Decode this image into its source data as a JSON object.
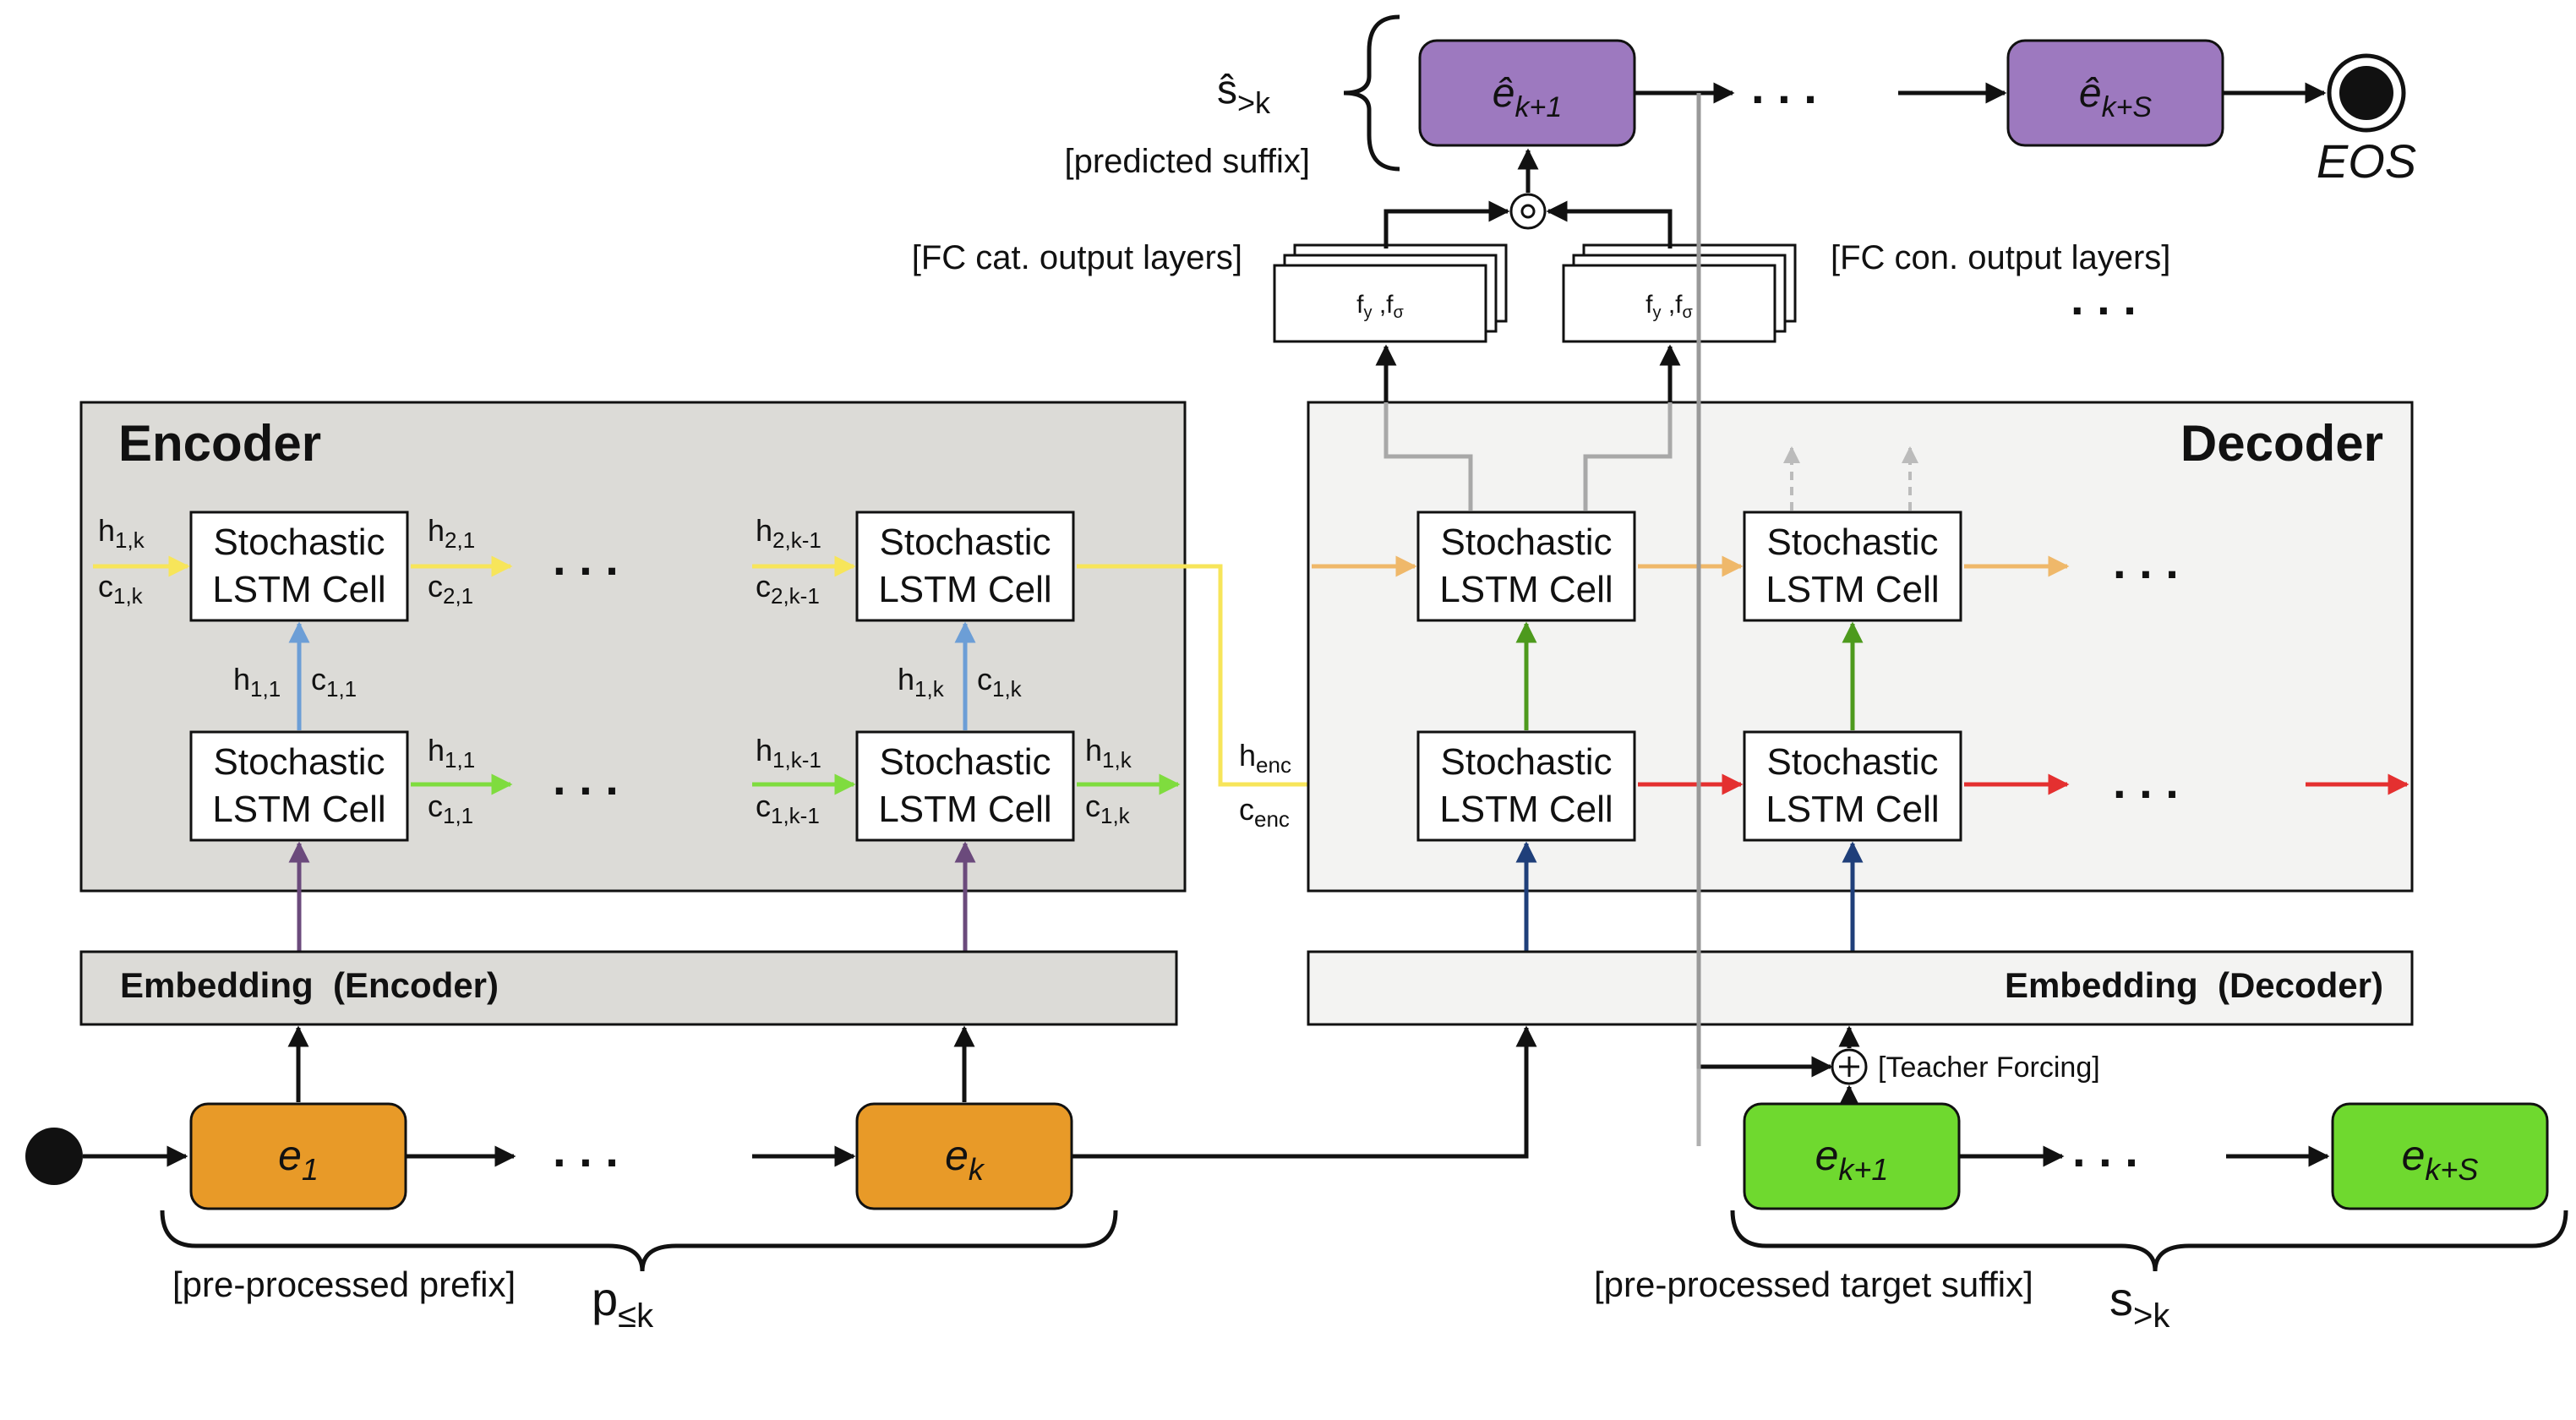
{
  "encoder": {
    "title": "Encoder",
    "embedding_label": "Embedding  (Encoder)",
    "cells": [
      "Stochastic",
      "LSTM Cell"
    ],
    "top_left_h": "h",
    "top_left_h_sub": "1,k",
    "top_left_c": "c",
    "top_left_c_sub": "1,k",
    "top_mid_h": "h",
    "top_mid_h_sub": "2,1",
    "top_mid_c": "c",
    "top_mid_c_sub": "2,1",
    "top_right_h": "h",
    "top_right_h_sub": "2,k-1",
    "top_right_c": "c",
    "top_right_c_sub": "2,k-1",
    "vert_left_h": "h",
    "vert_left_h_sub": "1,1",
    "vert_left_c": "c",
    "vert_left_c_sub": "1,1",
    "vert_right_h": "h",
    "vert_right_h_sub": "1,k",
    "vert_right_c": "c",
    "vert_right_c_sub": "1,k",
    "bot_mid_h": "h",
    "bot_mid_h_sub": "1,1",
    "bot_mid_c": "c",
    "bot_mid_c_sub": "1,1",
    "bot_right_h": "h",
    "bot_right_h_sub": "1,k-1",
    "bot_right_c": "c",
    "bot_right_c_sub": "1,k-1",
    "bot_out_h": "h",
    "bot_out_h_sub": "1,k",
    "bot_out_c": "c",
    "bot_out_c_sub": "1,k",
    "ellipsis": ". . ."
  },
  "decoder": {
    "title": "Decoder",
    "embedding_label": "Embedding  (Decoder)",
    "h_enc": "h",
    "h_enc_sub": "enc",
    "c_enc": "c",
    "c_enc_sub": "enc",
    "ellipsis": ". . ."
  },
  "output_layers": {
    "cat_label": "[FC cat. output layers]",
    "con_label": "[FC con. output layers]",
    "func_text": "f",
    "func_sub_y": "y",
    "func_sep": " ,f",
    "func_sub_sigma": "σ",
    "ellipsis": ". . ."
  },
  "prediction": {
    "e_hat": "ê",
    "e_hat_k1_sub": "k+1",
    "e_hat_ks_sub": "k+S",
    "s_hat": "ŝ",
    "s_hat_sub": ">k",
    "predicted_suffix_label": "[predicted suffix]",
    "eos_label": "EOS",
    "ellipsis": ". . ."
  },
  "prefix": {
    "e": "e",
    "e1_sub": "1",
    "ek_sub": "k",
    "p": "p",
    "p_sub": "≤k",
    "label": "[pre-processed prefix]",
    "ellipsis": ". . ."
  },
  "target": {
    "e": "e",
    "ek1_sub": "k+1",
    "eks_sub": "k+S",
    "s": "s",
    "s_sub": ">k",
    "label": "[pre-processed target suffix]",
    "teacher_forcing": "[Teacher Forcing]",
    "ellipsis": ". . ."
  },
  "colors": {
    "encoder_bg": "#dcdbd7",
    "decoder_bg": "#f3f3f2",
    "prefix_event": "#e89a28",
    "target_event": "#6fd92f",
    "predicted_event": "#9d79bf",
    "yellow": "#f7e55a",
    "green_arrow": "#7fdc3e",
    "blue_arrow": "#6c9ed6",
    "purple_arrow": "#6b4a7c",
    "orange_arrow": "#efb86a",
    "red_arrow": "#e43030",
    "dark_green": "#4d9a1d",
    "navy": "#1f3f7a",
    "gray_line": "#a8a8a8"
  }
}
